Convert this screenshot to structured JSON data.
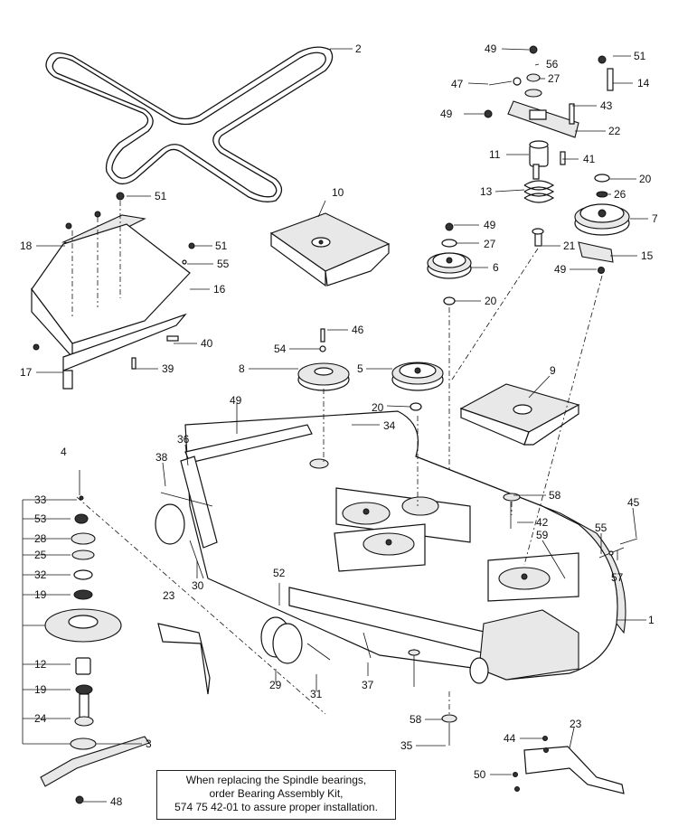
{
  "callouts": [
    {
      "id": "c2",
      "text": "2"
    },
    {
      "id": "c49a",
      "text": "49"
    },
    {
      "id": "c56",
      "text": "56"
    },
    {
      "id": "c51a",
      "text": "51"
    },
    {
      "id": "c47",
      "text": "47"
    },
    {
      "id": "c27a",
      "text": "27"
    },
    {
      "id": "c14",
      "text": "14"
    },
    {
      "id": "c49b",
      "text": "49"
    },
    {
      "id": "c43",
      "text": "43"
    },
    {
      "id": "c22",
      "text": "22"
    },
    {
      "id": "c11",
      "text": "11"
    },
    {
      "id": "c41",
      "text": "41"
    },
    {
      "id": "c20a",
      "text": "20"
    },
    {
      "id": "c13",
      "text": "13"
    },
    {
      "id": "c26",
      "text": "26"
    },
    {
      "id": "c7",
      "text": "7"
    },
    {
      "id": "c51b",
      "text": "51"
    },
    {
      "id": "c10",
      "text": "10"
    },
    {
      "id": "c49c",
      "text": "49"
    },
    {
      "id": "c27b",
      "text": "27"
    },
    {
      "id": "c21",
      "text": "21"
    },
    {
      "id": "c18",
      "text": "18"
    },
    {
      "id": "c51c",
      "text": "51"
    },
    {
      "id": "c15",
      "text": "15"
    },
    {
      "id": "c55a",
      "text": "55"
    },
    {
      "id": "c6",
      "text": "6"
    },
    {
      "id": "c49d",
      "text": "49"
    },
    {
      "id": "c16",
      "text": "16"
    },
    {
      "id": "c20b",
      "text": "20"
    },
    {
      "id": "c40",
      "text": "40"
    },
    {
      "id": "c46",
      "text": "46"
    },
    {
      "id": "c54",
      "text": "54"
    },
    {
      "id": "c17",
      "text": "17"
    },
    {
      "id": "c39",
      "text": "39"
    },
    {
      "id": "c8",
      "text": "8"
    },
    {
      "id": "c5",
      "text": "5"
    },
    {
      "id": "c9",
      "text": "9"
    },
    {
      "id": "c49e",
      "text": "49"
    },
    {
      "id": "c20c",
      "text": "20"
    },
    {
      "id": "c34",
      "text": "34"
    },
    {
      "id": "c36",
      "text": "36"
    },
    {
      "id": "c4",
      "text": "4"
    },
    {
      "id": "c38",
      "text": "38"
    },
    {
      "id": "c33",
      "text": "33"
    },
    {
      "id": "c58a",
      "text": "58"
    },
    {
      "id": "c45",
      "text": "45"
    },
    {
      "id": "c53",
      "text": "53"
    },
    {
      "id": "c42",
      "text": "42"
    },
    {
      "id": "c28",
      "text": "28"
    },
    {
      "id": "c25",
      "text": "25"
    },
    {
      "id": "c59",
      "text": "59"
    },
    {
      "id": "c55b",
      "text": "55"
    },
    {
      "id": "c57",
      "text": "57"
    },
    {
      "id": "c30",
      "text": "30"
    },
    {
      "id": "c32",
      "text": "32"
    },
    {
      "id": "c52",
      "text": "52"
    },
    {
      "id": "c19a",
      "text": "19"
    },
    {
      "id": "c23a",
      "text": "23"
    },
    {
      "id": "c1",
      "text": "1"
    },
    {
      "id": "c12",
      "text": "12"
    },
    {
      "id": "c29",
      "text": "29"
    },
    {
      "id": "c37",
      "text": "37"
    },
    {
      "id": "c19b",
      "text": "19"
    },
    {
      "id": "c31",
      "text": "31"
    },
    {
      "id": "c24",
      "text": "24"
    },
    {
      "id": "c58b",
      "text": "58"
    },
    {
      "id": "c23b",
      "text": "23"
    },
    {
      "id": "c3",
      "text": "3"
    },
    {
      "id": "c35",
      "text": "35"
    },
    {
      "id": "c44",
      "text": "44"
    },
    {
      "id": "c50",
      "text": "50"
    },
    {
      "id": "c48",
      "text": "48"
    }
  ],
  "note": {
    "line1": "When replacing the Spindle bearings,",
    "line2": "order Bearing Assembly Kit,",
    "line3": "574 75 42-01 to assure proper installation."
  }
}
